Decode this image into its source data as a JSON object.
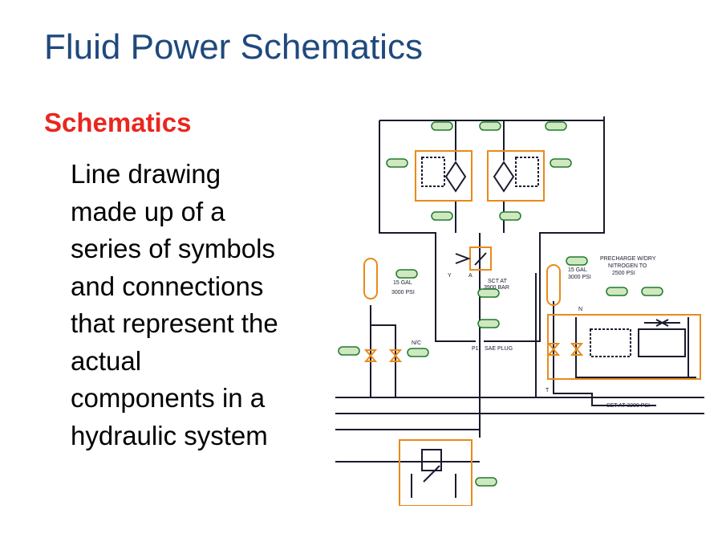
{
  "slide": {
    "title": "Fluid Power Schematics",
    "subheading": "Schematics",
    "body_lines": [
      "Line drawing",
      "made up of a",
      "series of symbols",
      "and connections",
      "that represent the",
      "actual",
      "components in a",
      "hydraulic system"
    ]
  },
  "schematic": {
    "colors": {
      "line": "#1a1a2e",
      "tag_fill": "#cfe8c0",
      "tag_stroke": "#1e7a2c",
      "component_stroke": "#e88a1a"
    },
    "labels": {
      "sct_left_1": "SCT AT",
      "sct_left_2": "3900 BAR",
      "set_bottom": "SET AT 3200 PSI",
      "precharge_1": "PRECHARGE W/DRY",
      "precharge_2": "NITROGEN TO",
      "precharge_3": "2500 PSI",
      "gal_left": "15 GAL",
      "gal_right": "15 GAL",
      "psi_left": "3000 PSI",
      "psi_right": "3000 PSI",
      "nc": "N/C",
      "sae_plug": "SAE PLUG",
      "p1": "P1",
      "y": "Y",
      "a": "A",
      "t": "T",
      "n": "N"
    }
  }
}
